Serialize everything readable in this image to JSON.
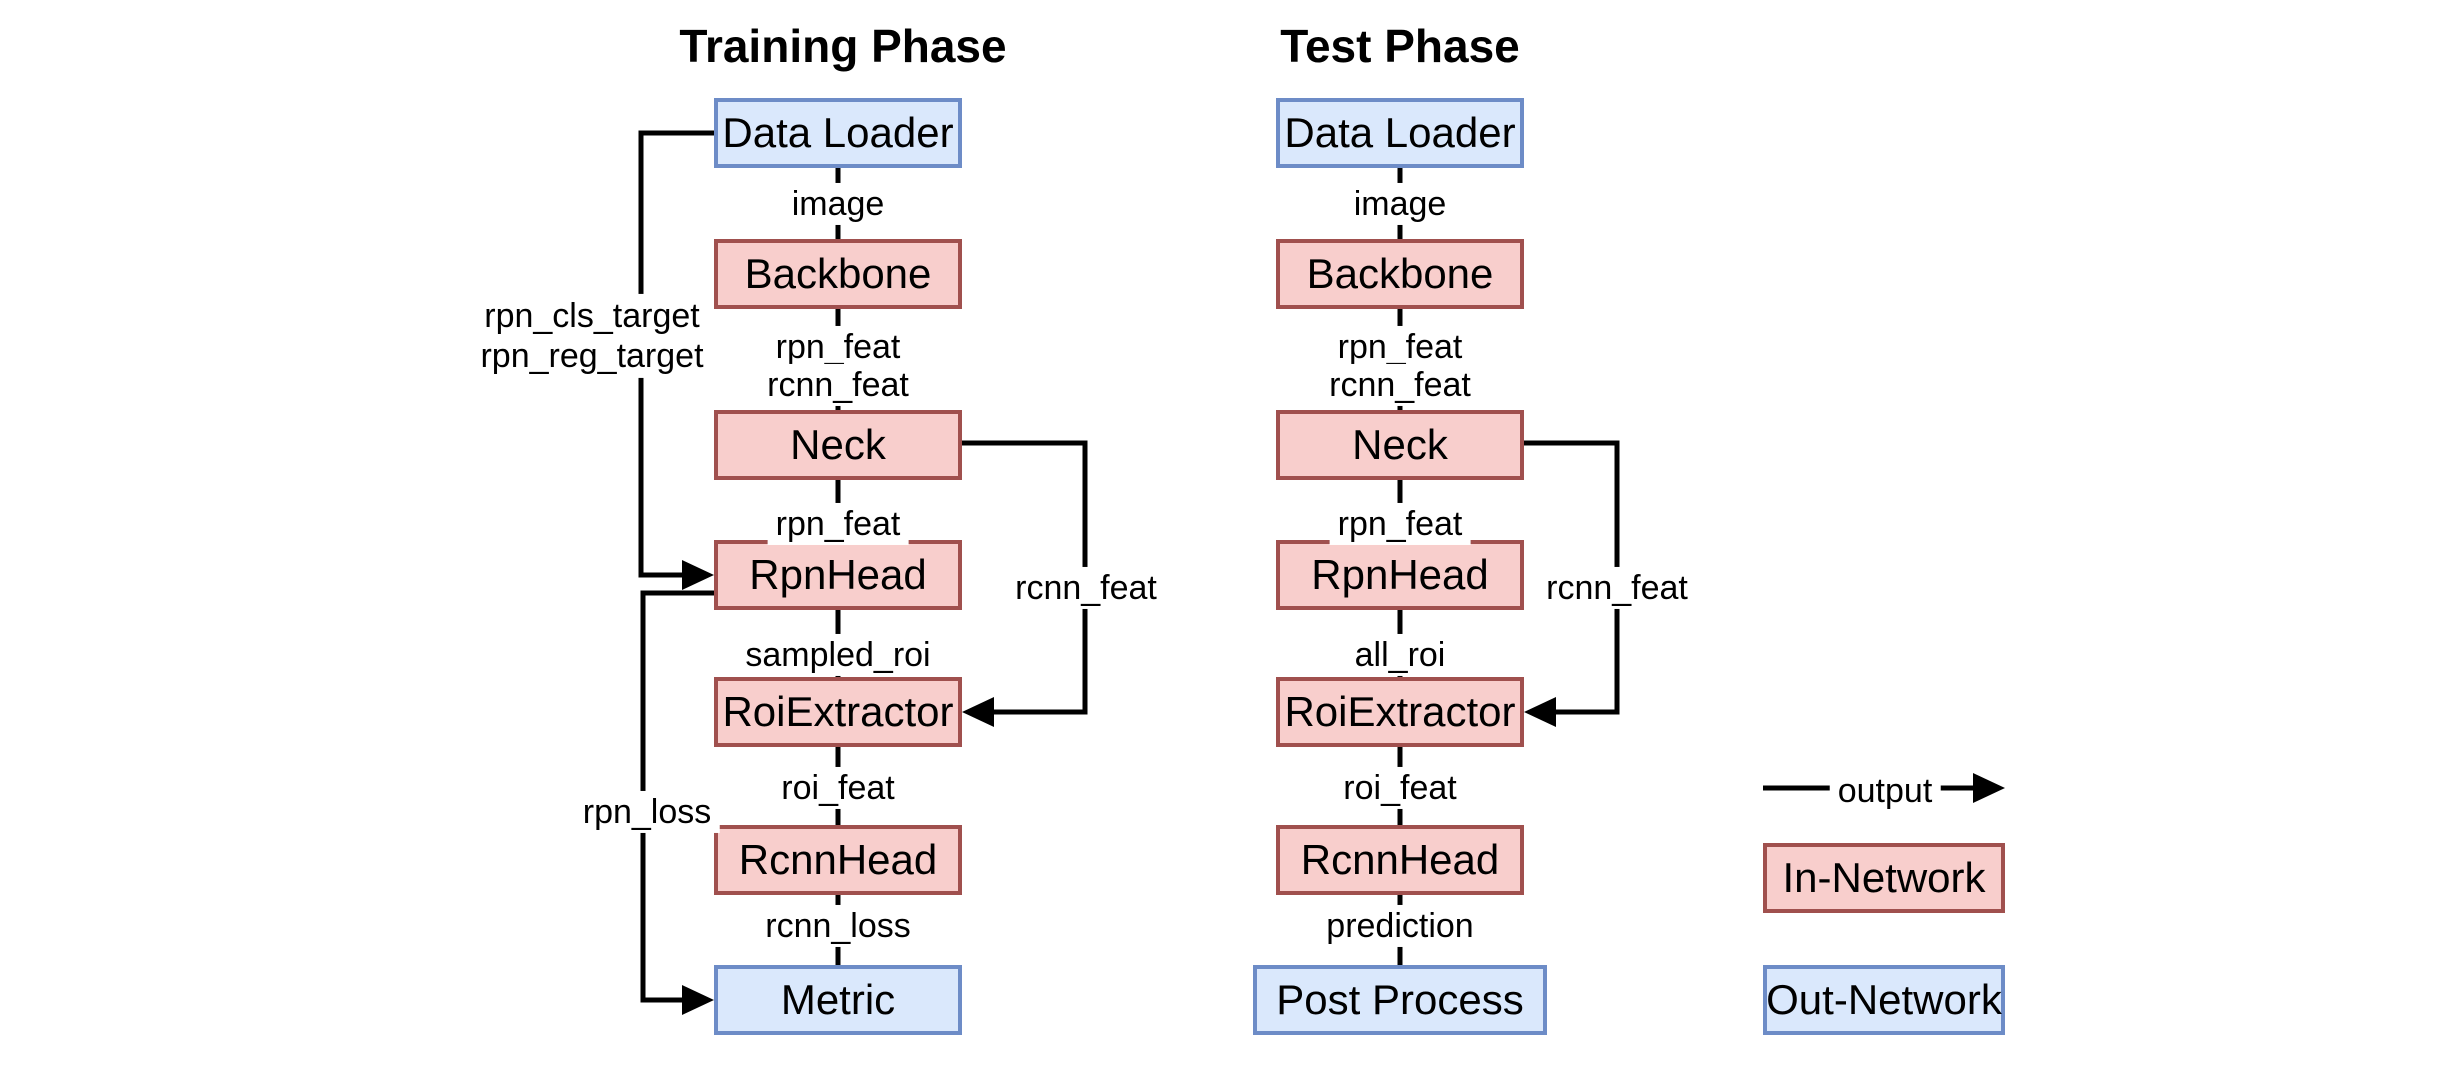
{
  "training": {
    "title": "Training Phase",
    "nodes": [
      {
        "label": "Data Loader",
        "type": "out-network"
      },
      {
        "label": "Backbone",
        "type": "in-network"
      },
      {
        "label": "Neck",
        "type": "in-network"
      },
      {
        "label": "RpnHead",
        "type": "in-network"
      },
      {
        "label": "RoiExtractor",
        "type": "in-network"
      },
      {
        "label": "RcnnHead",
        "type": "in-network"
      },
      {
        "label": "Metric",
        "type": "out-network"
      }
    ],
    "edge_labels": [
      "image",
      "rpn_feat",
      "rcnn_feat",
      "rpn_feat",
      "sampled_roi",
      "roi_feat",
      "rcnn_loss"
    ],
    "target_labels": [
      "rpn_cls_target",
      "rpn_reg_target"
    ],
    "loss_label": "rpn_loss",
    "bypass_label": "rcnn_feat"
  },
  "test": {
    "title": "Test Phase",
    "nodes": [
      {
        "label": "Data Loader",
        "type": "out-network"
      },
      {
        "label": "Backbone",
        "type": "in-network"
      },
      {
        "label": "Neck",
        "type": "in-network"
      },
      {
        "label": "RpnHead",
        "type": "in-network"
      },
      {
        "label": "RoiExtractor",
        "type": "in-network"
      },
      {
        "label": "RcnnHead",
        "type": "in-network"
      },
      {
        "label": "Post Process",
        "type": "out-network"
      }
    ],
    "edge_labels": [
      "image",
      "rpn_feat",
      "rcnn_feat",
      "rpn_feat",
      "all_roi",
      "roi_feat",
      "prediction"
    ],
    "bypass_label": "rcnn_feat"
  },
  "legend": {
    "output_label": "output",
    "in_network_label": "In-Network",
    "out_network_label": "Out-Network"
  },
  "colors": {
    "in_network_fill": "#f8cecc",
    "in_network_border": "#a0504e",
    "out_network_fill": "#dae8fc",
    "out_network_border": "#6d8cc7",
    "connector": "#000000"
  }
}
